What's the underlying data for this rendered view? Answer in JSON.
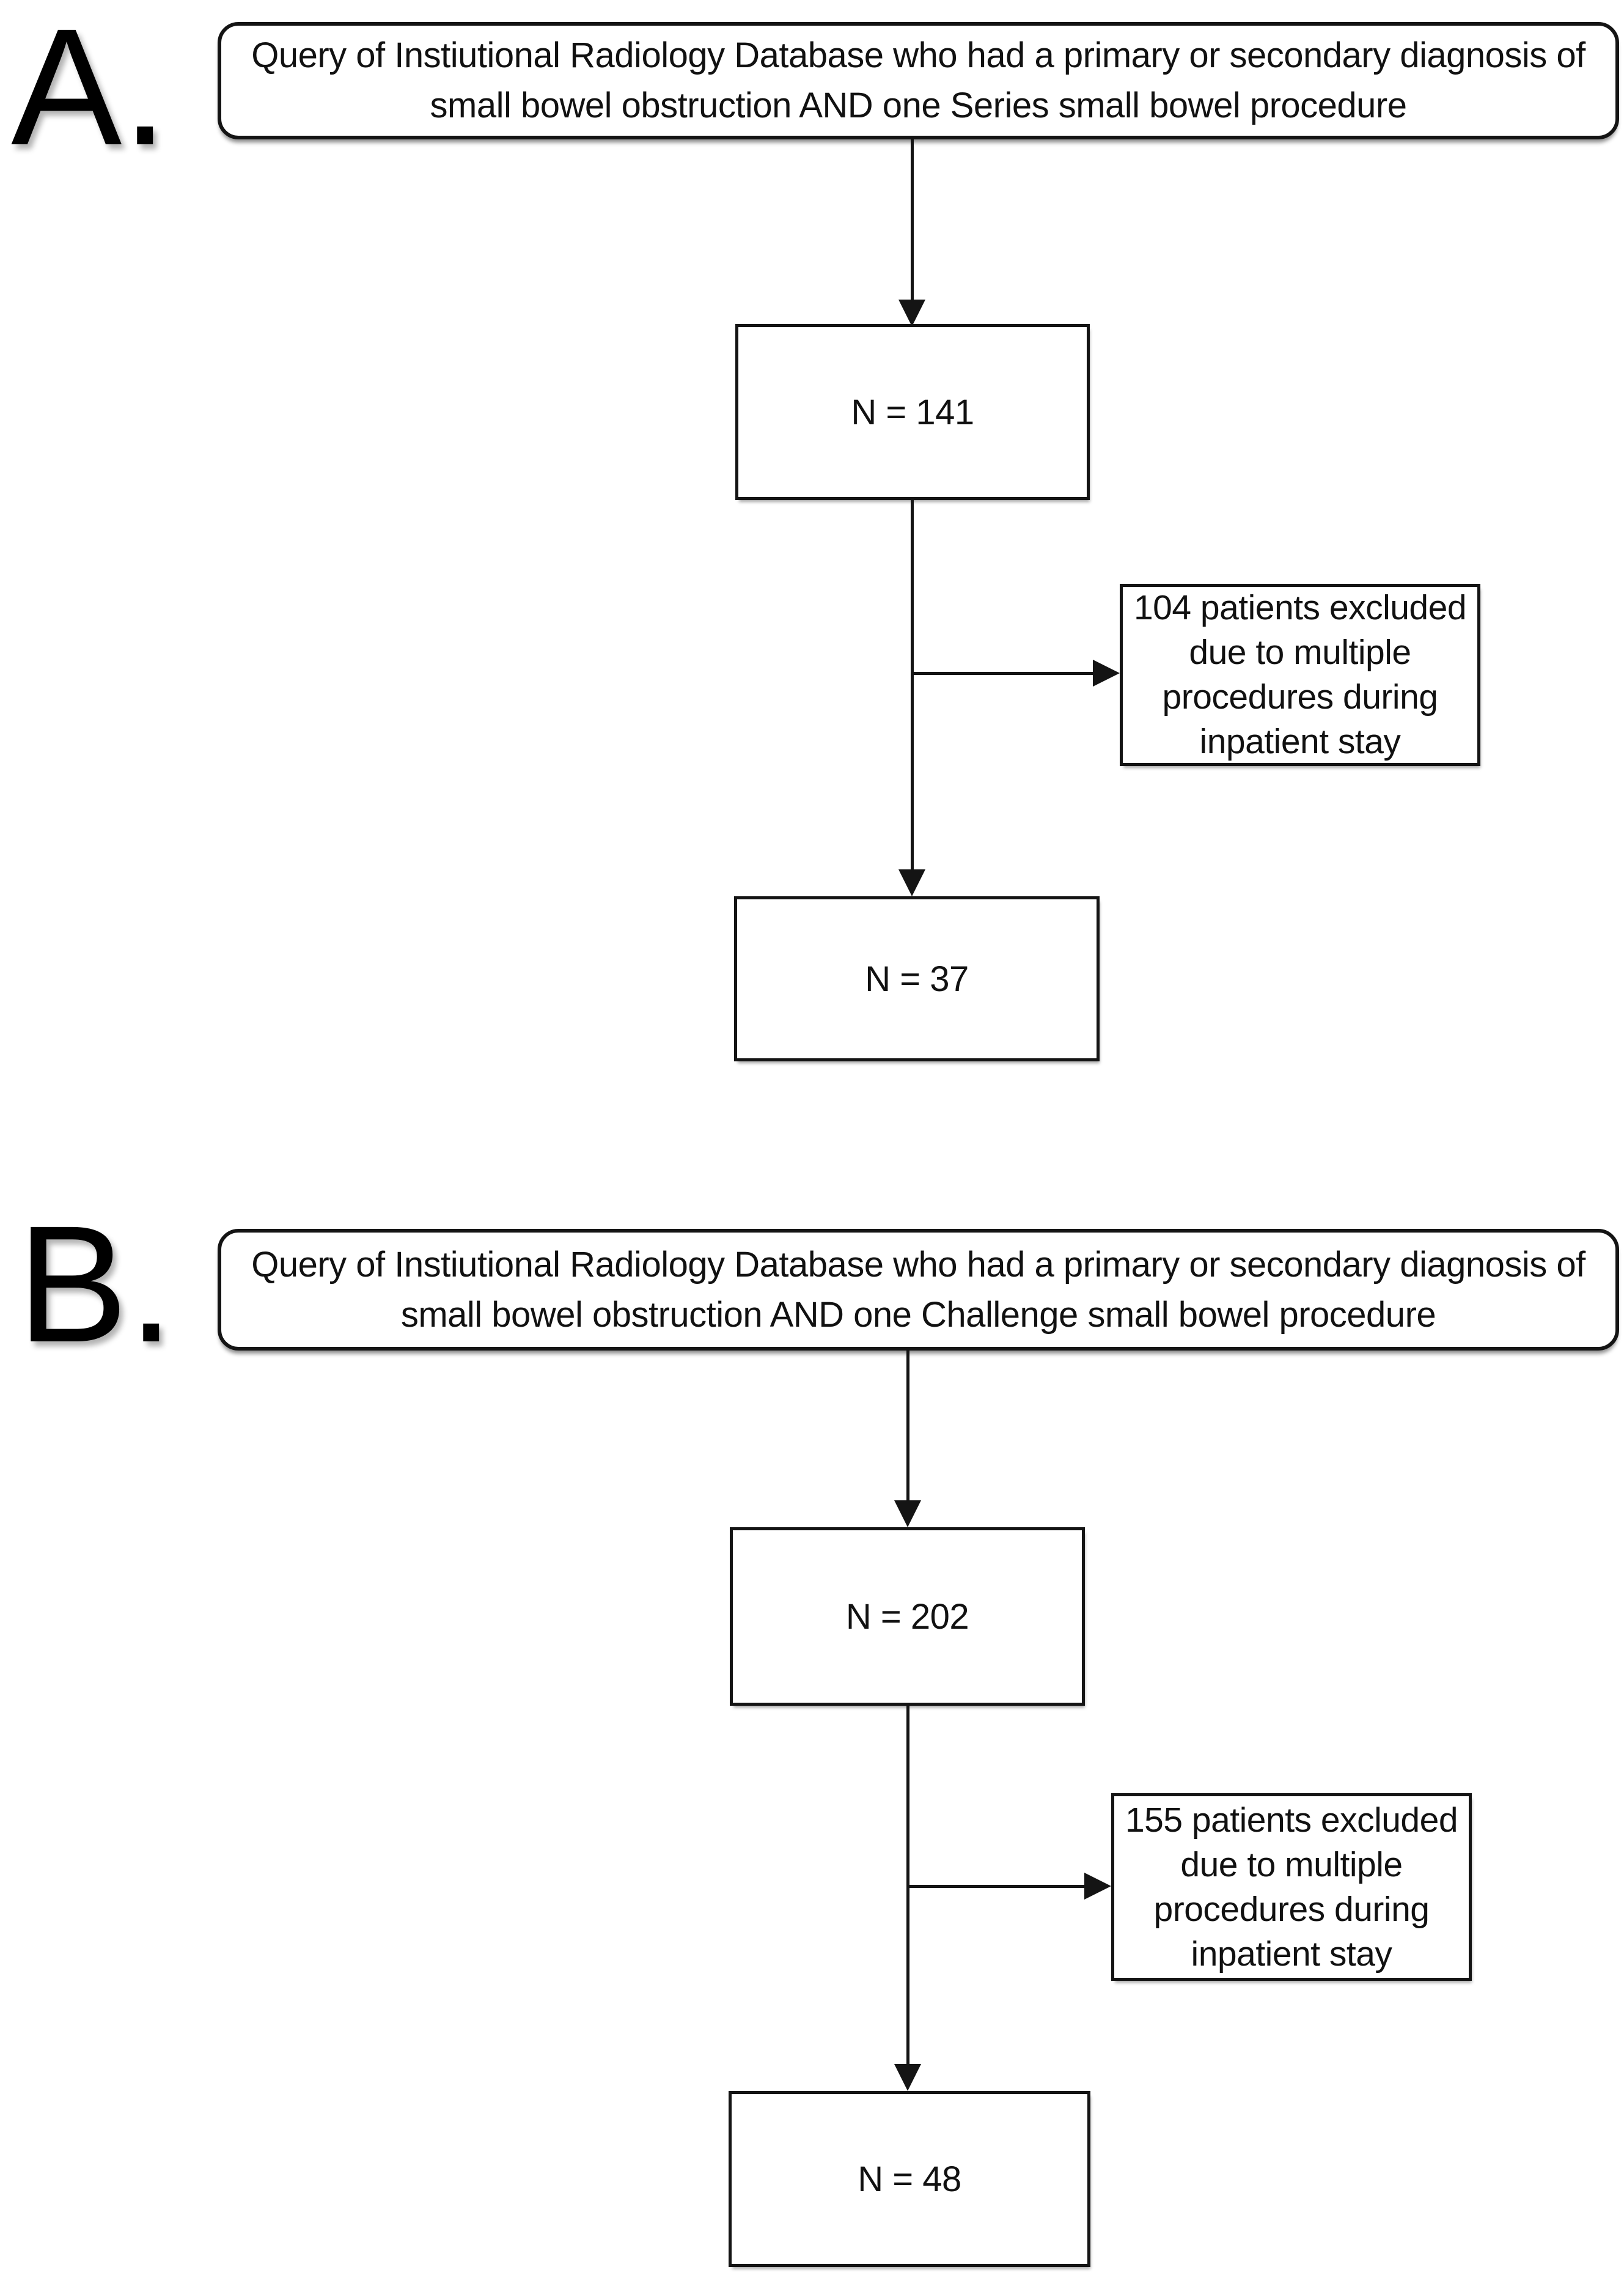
{
  "figure": {
    "colors": {
      "background": "#ffffff",
      "ink": "#141414"
    },
    "sections": [
      {
        "label": "A.",
        "query_lines": [
          "Query of Instiutional Radiology Database who had a primary or secondary diagnosis of",
          "small bowel obstruction AND one Series small bowel procedure"
        ],
        "initial_count": "N = 141",
        "exclusion_lines": [
          "104 patients excluded",
          "due to multiple",
          "procedures during",
          "inpatient stay"
        ],
        "final_count": "N = 37"
      },
      {
        "label": "B.",
        "query_lines": [
          "Query of Instiutional Radiology Database who had a primary or secondary diagnosis of",
          "small bowel obstruction AND one Challenge small bowel procedure"
        ],
        "initial_count": "N = 202",
        "exclusion_lines": [
          "155 patients excluded",
          "due to multiple",
          "procedures during",
          "inpatient stay"
        ],
        "final_count": "N = 48"
      }
    ]
  }
}
